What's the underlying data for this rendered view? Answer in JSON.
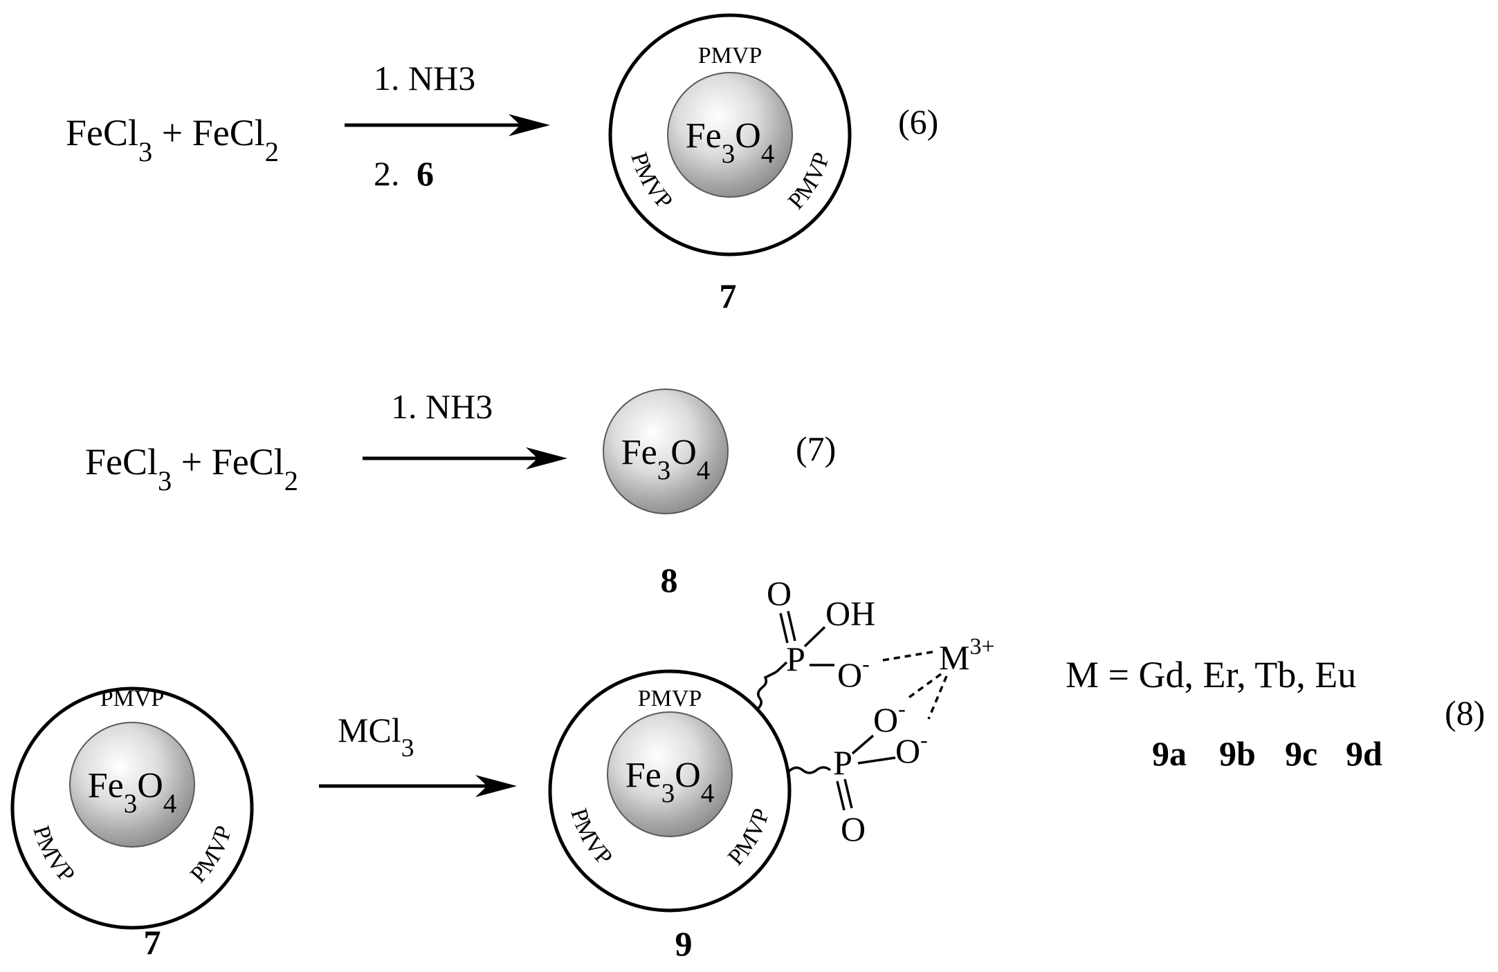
{
  "reactions": {
    "r6": {
      "reactants": "FeCl3 + FeCl2",
      "step1": "1. NH3",
      "step2_prefix": "2.",
      "step2_reagent": "6",
      "product_label": "7",
      "eq_number": "(6)"
    },
    "r7": {
      "reactants": "FeCl3 + FeCl2",
      "step1": "1. NH3",
      "product_label": "8",
      "eq_number": "(7)"
    },
    "r8": {
      "reagent": "MCl3",
      "reactant_label": "7",
      "product_label": "9",
      "metal_def": "M = Gd, Er, Tb, Eu",
      "variants": [
        "9a",
        "9b",
        "9c",
        "9d"
      ],
      "eq_number": "(8)"
    }
  },
  "nanoparticle": {
    "core": "Fe3O4",
    "shell": "PMVP"
  },
  "ligand": {
    "oxo": "O",
    "hydroxyl": "OH",
    "phosphorus": "P",
    "anion": "O",
    "charge_minus": "-",
    "metal": "M",
    "metal_charge": "3+"
  }
}
